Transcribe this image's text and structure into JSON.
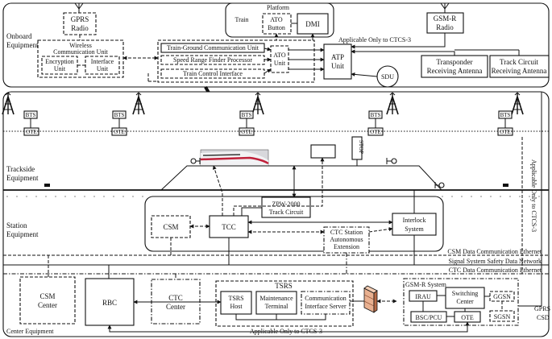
{
  "sections": {
    "onboard": [
      "Onboard",
      "Equipment"
    ],
    "trackside": [
      "Trackside",
      "Equipment"
    ],
    "station": [
      "Station",
      "Equipment"
    ],
    "center": "Center Equipment"
  },
  "onboard": {
    "gprs_radio": [
      "GPRS",
      "Radio"
    ],
    "wcu": [
      "Wireless",
      "Communication Unit"
    ],
    "encryption_unit": [
      "Encryption",
      "Unit"
    ],
    "interface_unit": [
      "Interface",
      "Unit"
    ],
    "platform": "Platform",
    "train": "Train",
    "ato_button": [
      "ATO",
      "Button"
    ],
    "dmi": "DMI",
    "tgcu": "Train-Ground Communication Unit",
    "srfp": "Speed Range Finder Processor",
    "tci": "Train Control Interface",
    "ato_unit": [
      "ATO",
      "Unit"
    ],
    "atp_unit": [
      "ATP",
      "Unit"
    ],
    "sdu": "SDU",
    "ctcs3_note": "Applicable Only to CTCS-3",
    "gsmr_radio": [
      "GSM-R",
      "Radio"
    ],
    "transponder": [
      "Transponder",
      "Receiving Antenna"
    ],
    "track_circuit_antenna": [
      "Track Circuit",
      "Receiving Antenna"
    ]
  },
  "trackside": {
    "bts": "BTS",
    "ote": "OTE",
    "stop": "STOP",
    "zpw": [
      "ZPW-2000",
      "Track Circuit"
    ],
    "side_note": "Applicable Only to CTCS-3"
  },
  "station": {
    "csm": "CSM",
    "tcc": "TCC",
    "ctc_station": [
      "CTC Station",
      "Autonomous",
      "Extension"
    ],
    "interlock": [
      "Interlock",
      "System"
    ]
  },
  "networks": {
    "csm_eth": "CSM Data Communication Ethernet",
    "ssn": "Signal System Safety Data Network",
    "ctc_eth": "CTC Data Communication Ethernet",
    "gprs_csd": [
      "GPRS",
      "CSD"
    ]
  },
  "center": {
    "csm_center": [
      "CSM",
      "Center"
    ],
    "rbc": "RBC",
    "ctc_center": [
      "CTC",
      "Center"
    ],
    "tsrs": "TSRS",
    "tsrs_host": [
      "TSRS",
      "Host"
    ],
    "maintenance": [
      "Maintenance",
      "Terminal"
    ],
    "comm_interface": [
      "Communication",
      "Interface Server"
    ],
    "ctcs3_note": "Applicable Only to CTCS-3",
    "gsmr_system": "GSM-R System",
    "irau": "IRAU",
    "switching_center": [
      "Switching",
      "Center"
    ],
    "ggsn": "GGSN",
    "bsc_pcu": "BSC/PCU",
    "ote": "OTE",
    "sgsn": "SGSN"
  }
}
